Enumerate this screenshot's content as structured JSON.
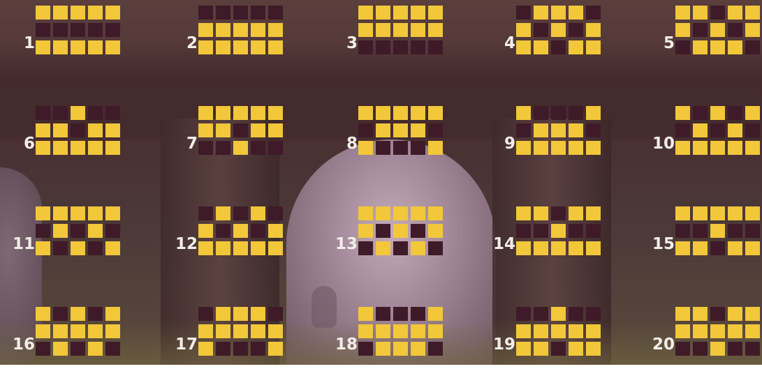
{
  "colors": {
    "active": "#f2c73a",
    "inactive": "#3f1a28",
    "number": "#f2eee7"
  },
  "paylines": [
    {
      "number": "1",
      "rows": [
        [
          1,
          1,
          1,
          1,
          1
        ],
        [
          0,
          0,
          0,
          0,
          0
        ],
        [
          1,
          1,
          1,
          1,
          1
        ]
      ]
    },
    {
      "number": "2",
      "rows": [
        [
          0,
          0,
          0,
          0,
          0
        ],
        [
          1,
          1,
          1,
          1,
          1
        ],
        [
          1,
          1,
          1,
          1,
          1
        ]
      ]
    },
    {
      "number": "3",
      "rows": [
        [
          1,
          1,
          1,
          1,
          1
        ],
        [
          1,
          1,
          1,
          1,
          1
        ],
        [
          0,
          0,
          0,
          0,
          0
        ]
      ]
    },
    {
      "number": "4",
      "rows": [
        [
          0,
          1,
          1,
          1,
          0
        ],
        [
          1,
          0,
          1,
          0,
          1
        ],
        [
          1,
          1,
          0,
          1,
          1
        ]
      ]
    },
    {
      "number": "5",
      "rows": [
        [
          1,
          1,
          0,
          1,
          1
        ],
        [
          1,
          0,
          1,
          0,
          1
        ],
        [
          0,
          1,
          1,
          1,
          0
        ]
      ]
    },
    {
      "number": "6",
      "rows": [
        [
          0,
          0,
          1,
          0,
          0
        ],
        [
          1,
          1,
          0,
          1,
          1
        ],
        [
          1,
          1,
          1,
          1,
          1
        ]
      ]
    },
    {
      "number": "7",
      "rows": [
        [
          1,
          1,
          1,
          1,
          1
        ],
        [
          1,
          1,
          0,
          1,
          1
        ],
        [
          0,
          0,
          1,
          0,
          0
        ]
      ]
    },
    {
      "number": "8",
      "rows": [
        [
          1,
          1,
          1,
          1,
          1
        ],
        [
          0,
          1,
          1,
          1,
          0
        ],
        [
          1,
          0,
          0,
          0,
          1
        ]
      ]
    },
    {
      "number": "9",
      "rows": [
        [
          1,
          0,
          0,
          0,
          1
        ],
        [
          0,
          1,
          1,
          1,
          0
        ],
        [
          1,
          1,
          1,
          1,
          1
        ]
      ]
    },
    {
      "number": "10",
      "rows": [
        [
          1,
          0,
          1,
          0,
          1
        ],
        [
          0,
          1,
          0,
          1,
          0
        ],
        [
          1,
          1,
          1,
          1,
          1
        ]
      ]
    },
    {
      "number": "11",
      "rows": [
        [
          1,
          1,
          1,
          1,
          1
        ],
        [
          0,
          1,
          0,
          1,
          0
        ],
        [
          1,
          0,
          1,
          0,
          1
        ]
      ]
    },
    {
      "number": "12",
      "rows": [
        [
          0,
          1,
          0,
          1,
          0
        ],
        [
          1,
          0,
          1,
          0,
          1
        ],
        [
          1,
          1,
          1,
          1,
          1
        ]
      ]
    },
    {
      "number": "13",
      "rows": [
        [
          1,
          1,
          1,
          1,
          1
        ],
        [
          1,
          0,
          1,
          0,
          1
        ],
        [
          0,
          1,
          0,
          1,
          0
        ]
      ]
    },
    {
      "number": "14",
      "rows": [
        [
          1,
          1,
          0,
          1,
          1
        ],
        [
          0,
          0,
          1,
          0,
          0
        ],
        [
          1,
          1,
          1,
          1,
          1
        ]
      ]
    },
    {
      "number": "15",
      "rows": [
        [
          1,
          1,
          1,
          1,
          1
        ],
        [
          0,
          0,
          1,
          0,
          0
        ],
        [
          1,
          1,
          0,
          1,
          1
        ]
      ]
    },
    {
      "number": "16",
      "rows": [
        [
          1,
          0,
          1,
          0,
          1
        ],
        [
          1,
          1,
          1,
          1,
          1
        ],
        [
          0,
          1,
          0,
          1,
          0
        ]
      ]
    },
    {
      "number": "17",
      "rows": [
        [
          0,
          1,
          1,
          1,
          0
        ],
        [
          1,
          1,
          1,
          1,
          1
        ],
        [
          1,
          0,
          0,
          0,
          1
        ]
      ]
    },
    {
      "number": "18",
      "rows": [
        [
          1,
          0,
          0,
          0,
          1
        ],
        [
          1,
          1,
          1,
          1,
          1
        ],
        [
          0,
          1,
          1,
          1,
          0
        ]
      ]
    },
    {
      "number": "19",
      "rows": [
        [
          0,
          0,
          1,
          0,
          0
        ],
        [
          1,
          1,
          1,
          1,
          1
        ],
        [
          1,
          1,
          0,
          1,
          1
        ]
      ]
    },
    {
      "number": "20",
      "rows": [
        [
          1,
          1,
          0,
          1,
          1
        ],
        [
          1,
          1,
          1,
          1,
          1
        ],
        [
          0,
          0,
          1,
          0,
          0
        ]
      ]
    }
  ]
}
